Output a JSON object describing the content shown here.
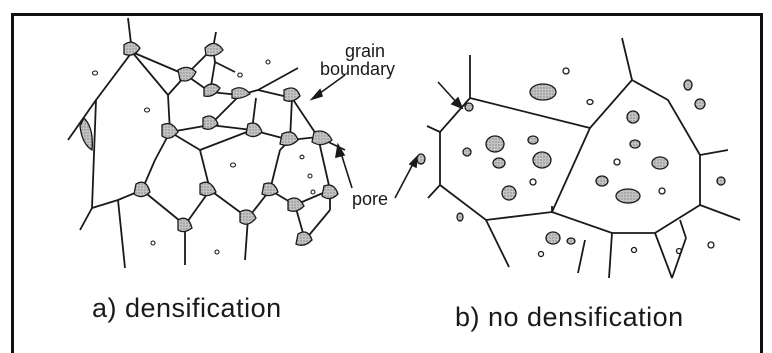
{
  "labels": {
    "grain_line1": "grain",
    "grain_line2": "boundary",
    "pore": "pore"
  },
  "captions": {
    "a": "a)  densification",
    "b": "b)  no densification"
  },
  "colors": {
    "ink": "#1a1a1a",
    "pore_fill": "#b9b9b9",
    "frame": "#111111"
  }
}
